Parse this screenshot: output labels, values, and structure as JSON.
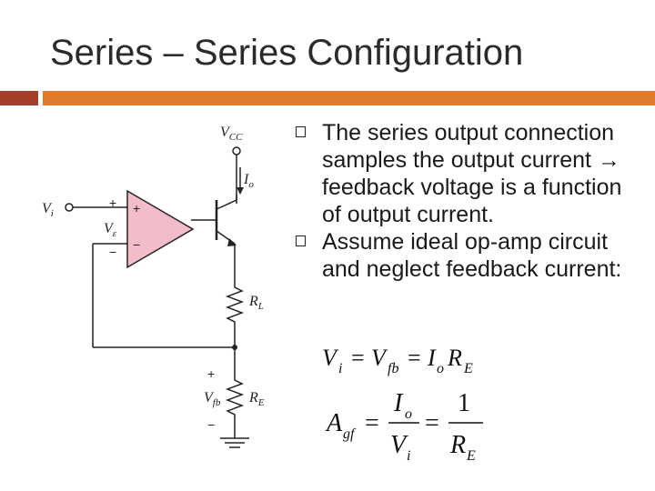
{
  "slide": {
    "title": "Series – Series Configuration",
    "bullets": [
      "The series output connection samples the output current → feedback voltage is a function of output current.",
      "Assume ideal op-amp circuit and neglect feedback current:"
    ]
  },
  "circuit": {
    "labels": {
      "vcc": "V",
      "vcc_sub": "CC",
      "io": "I",
      "io_sub": "o",
      "vi": "V",
      "vi_sub": "i",
      "ve": "V",
      "ve_sub": "ε",
      "rl": "R",
      "rl_sub": "L",
      "vfb": "V",
      "vfb_sub": "fb",
      "re": "R",
      "re_sub": "E",
      "plus": "+",
      "minus": "−"
    }
  },
  "equations": {
    "eq1": {
      "lhs": "V",
      "lhs_sub": "i",
      "eq": "=",
      "mid": "V",
      "mid_sub": "fb",
      "eq2": "=",
      "rhs": "I",
      "rhs_sub": "o",
      "rhs2": "R",
      "rhs2_sub": "E"
    },
    "eq2": {
      "lhs": "A",
      "lhs_sub": "gf",
      "eq": "=",
      "num1": "I",
      "num1_sub": "o",
      "den1": "V",
      "den1_sub": "i",
      "eq2": "=",
      "num2": "1",
      "den2": "R",
      "den2_sub": "E"
    }
  },
  "colors": {
    "opamp_fill": "#f2bcc8",
    "rule_dark": "#a63e2c",
    "rule_orange": "#e0792a"
  }
}
